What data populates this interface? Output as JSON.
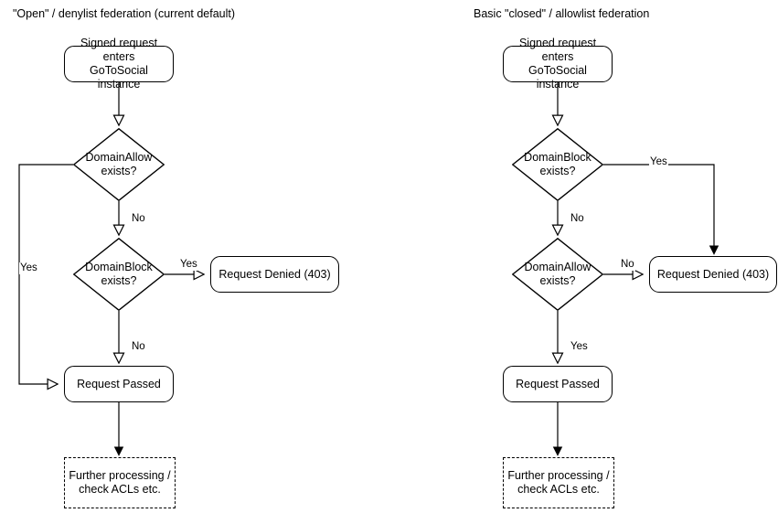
{
  "diagrams": [
    {
      "id": "open-denylist",
      "title": "\"Open\" / denylist federation (current default)",
      "nodes": {
        "start": "Signed request enters\nGoToSocial instance",
        "decision1": "DomainAllow\nexists?",
        "decision2": "DomainBlock\nexists?",
        "denied": "Request Denied (403)",
        "passed": "Request Passed",
        "further": "Further processing /\ncheck ACLs etc."
      },
      "edge_labels": {
        "allow_yes": "Yes",
        "allow_no": "No",
        "block_yes": "Yes",
        "block_no": "No"
      }
    },
    {
      "id": "closed-allowlist",
      "title": "Basic \"closed\" / allowlist federation",
      "nodes": {
        "start": "Signed request enters\nGoToSocial instance",
        "decision1": "DomainBlock\nexists?",
        "decision2": "DomainAllow\nexists?",
        "denied": "Request Denied (403)",
        "passed": "Request Passed",
        "further": "Further processing /\ncheck ACLs etc."
      },
      "edge_labels": {
        "block_yes": "Yes",
        "block_no": "No",
        "allow_no": "No",
        "allow_yes": "Yes"
      }
    }
  ],
  "style": {
    "stroke_color": "#000000",
    "fill_color": "#ffffff",
    "text_color": "#000000"
  }
}
